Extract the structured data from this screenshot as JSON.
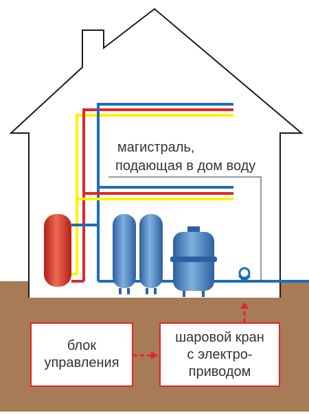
{
  "diagram": {
    "mains_label_line1": "магистраль,",
    "mains_label_line2": "подающая в дом воду",
    "control_unit": {
      "line1": "блок",
      "line2": "управления"
    },
    "ball_valve": {
      "line1": "шаровой кран",
      "line2": "с электро-",
      "line3": "приводом"
    }
  },
  "colors": {
    "ground": "#a67b56",
    "house_outline": "#1a1a1a",
    "cold_pipe": "#1c6db6",
    "hot_pipe": "#e2242a",
    "yellow_pipe": "#fff200",
    "control_line": "#e2242a",
    "tank_blue": "#4f86c6",
    "boiler_red": "#d9342a"
  },
  "icons": [
    "ball-valve-icon"
  ]
}
